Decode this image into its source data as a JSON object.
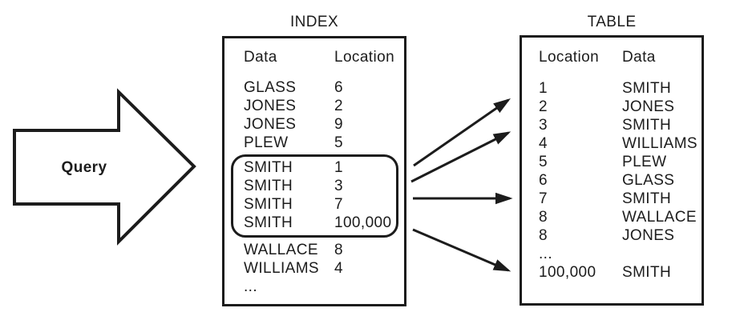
{
  "colors": {
    "ink": "#1c1c1c",
    "background": "#ffffff"
  },
  "query_arrow": {
    "label": "Query"
  },
  "index": {
    "title": "INDEX",
    "columns": [
      "Data",
      "Location"
    ],
    "rows_before": [
      [
        "GLASS",
        "6"
      ],
      [
        "JONES",
        "2"
      ],
      [
        "JONES",
        "9"
      ],
      [
        "PLEW",
        "5"
      ]
    ],
    "highlighted_rows": [
      [
        "SMITH",
        "1"
      ],
      [
        "SMITH",
        "3"
      ],
      [
        "SMITH",
        "7"
      ],
      [
        "SMITH",
        "100,000"
      ]
    ],
    "rows_after": [
      [
        "WALLACE",
        "8"
      ],
      [
        "WILLIAMS",
        "4"
      ],
      [
        "...",
        ""
      ]
    ]
  },
  "table": {
    "title": "TABLE",
    "columns": [
      "Location",
      "Data"
    ],
    "rows": [
      [
        "1",
        "SMITH"
      ],
      [
        "2",
        "JONES"
      ],
      [
        "3",
        "SMITH"
      ],
      [
        "4",
        "WILLIAMS"
      ],
      [
        "5",
        "PLEW"
      ],
      [
        "6",
        "GLASS"
      ],
      [
        "7",
        "SMITH"
      ],
      [
        "8",
        "WALLACE"
      ],
      [
        "8",
        "JONES"
      ],
      [
        "...",
        ""
      ],
      [
        "100,000",
        "SMITH"
      ]
    ]
  },
  "arrows": {
    "meaning": "pointers from highlighted SMITH index entries to table locations",
    "target_locations": [
      "1",
      "3",
      "7",
      "100,000"
    ]
  }
}
